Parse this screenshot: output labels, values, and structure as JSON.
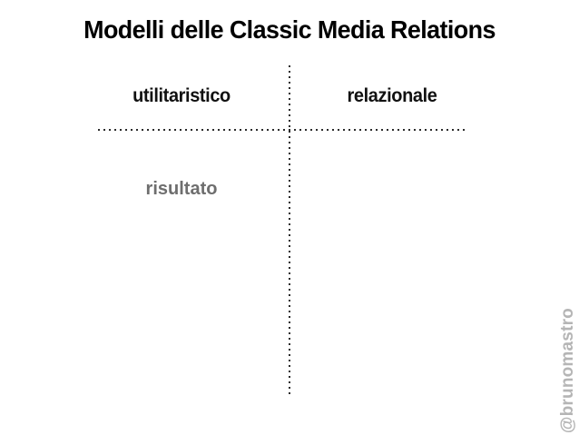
{
  "slide": {
    "title": "Modelli delle Classic Media Relations",
    "quadrant": {
      "left_header": "utilitaristico",
      "right_header": "relazionale",
      "left_label": "risultato"
    },
    "watermark": "@brunomastro",
    "colors": {
      "background": "#ffffff",
      "title_text": "#000000",
      "header_text": "#111111",
      "label_gray": "#6e6e6e",
      "watermark_gray": "#b5b5b5",
      "dotted_line": "#2b2b2b"
    }
  }
}
